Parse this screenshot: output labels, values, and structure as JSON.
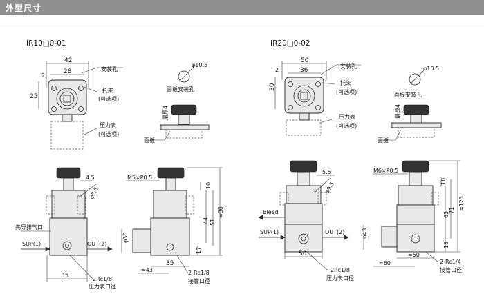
{
  "header": {
    "title": "外型尺寸"
  },
  "left": {
    "model": "IR10□0-01",
    "labels": {
      "mount_hole": "安装孔",
      "bracket": "托架",
      "bracket_optional": "(可选项)",
      "panel_mount_hole": "面板安装孔",
      "max_thickness": "最厚4",
      "gauge": "压力表",
      "gauge_optional": "(可选项)",
      "panel": "面板",
      "pilot_exhaust": "先导排气口",
      "sup": "SUP(1)",
      "out": "OUT(2)",
      "gauge_port": "2Rc1/8",
      "gauge_port_name": "压力表口径",
      "pipe_port": "2-Rc1/8",
      "pipe_port_name": "接管口径",
      "thread": "M5×P0.5",
      "hole_dia": "φ10.5",
      "dia_8_5": "φ8.5",
      "dia_30": "φ30"
    },
    "dims": {
      "d42": "42",
      "d28": "28",
      "d2": "2",
      "d25": "25",
      "d4_5": "4.5",
      "d35": "35",
      "d43": "≈43",
      "d35b": "35",
      "d10": "10",
      "d44": "44",
      "d51": "51",
      "d90": "≈90",
      "d17": "17"
    }
  },
  "right": {
    "model": "IR20□0-02",
    "labels": {
      "mount_hole": "安装孔",
      "bracket": "托架",
      "bracket_optional": "(可选项)",
      "panel_mount_hole": "面板安装孔",
      "max_thickness": "最厚4",
      "gauge": "压力表",
      "gauge_optional": "(可选项)",
      "panel": "面板",
      "bleed": "Bleed",
      "sup": "SUP(1)",
      "out": "OUT(2)",
      "gauge_port": "2Rc1/8",
      "gauge_port_name": "压力表口径",
      "pipe_port": "2-Rc1/4",
      "pipe_port_name": "接管口径",
      "thread": "M6×P0.5",
      "hole_dia": "φ10.5",
      "dia_9_5": "φ9.5",
      "dia_43": "φ43"
    },
    "dims": {
      "d50": "50",
      "d36": "36",
      "d2": "2",
      "d30": "30",
      "d5_5": "5.5",
      "d50b": "50",
      "d60": "≈60",
      "d50c": "≈50",
      "d10": "10",
      "d63": "63",
      "d71": "71",
      "d123": "≈123",
      "d18": "18"
    }
  }
}
